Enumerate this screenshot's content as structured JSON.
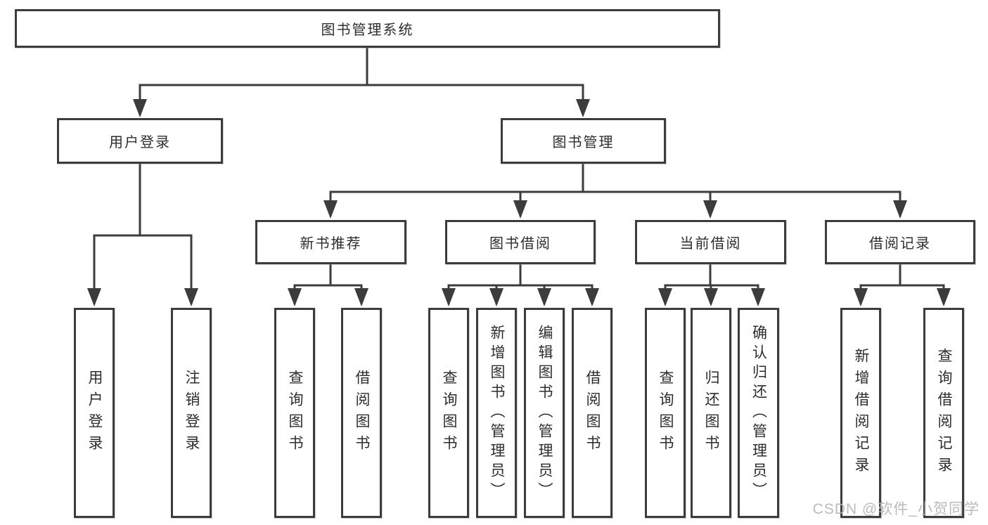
{
  "tree": {
    "root": {
      "label": "图书管理系统",
      "children": [
        {
          "label": "用户登录",
          "children": [
            {
              "label": "用户登录"
            },
            {
              "label": "注销登录"
            }
          ]
        },
        {
          "label": "图书管理",
          "children": [
            {
              "label": "新书推荐",
              "children": [
                {
                  "label": "查询图书"
                },
                {
                  "label": "借阅图书"
                }
              ]
            },
            {
              "label": "图书借阅",
              "children": [
                {
                  "label": "查询图书"
                },
                {
                  "label": "新增图书（管理员）"
                },
                {
                  "label": "编辑图书（管理员）"
                },
                {
                  "label": "借阅图书"
                }
              ]
            },
            {
              "label": "当前借阅",
              "children": [
                {
                  "label": "查询图书"
                },
                {
                  "label": "归还图书"
                },
                {
                  "label": "确认归还（管理员）"
                }
              ]
            },
            {
              "label": "借阅记录",
              "children": [
                {
                  "label": "新增借阅记录"
                },
                {
                  "label": "查询借阅记录"
                }
              ]
            }
          ]
        }
      ]
    }
  },
  "watermark": {
    "text": "CSDN @软件_小贺同学"
  },
  "colors": {
    "line": "#3c3c3c",
    "box_border": "#3c3c3c",
    "text": "#2d2d2d",
    "background": "#ffffff",
    "watermark": "#b4b4b4"
  }
}
